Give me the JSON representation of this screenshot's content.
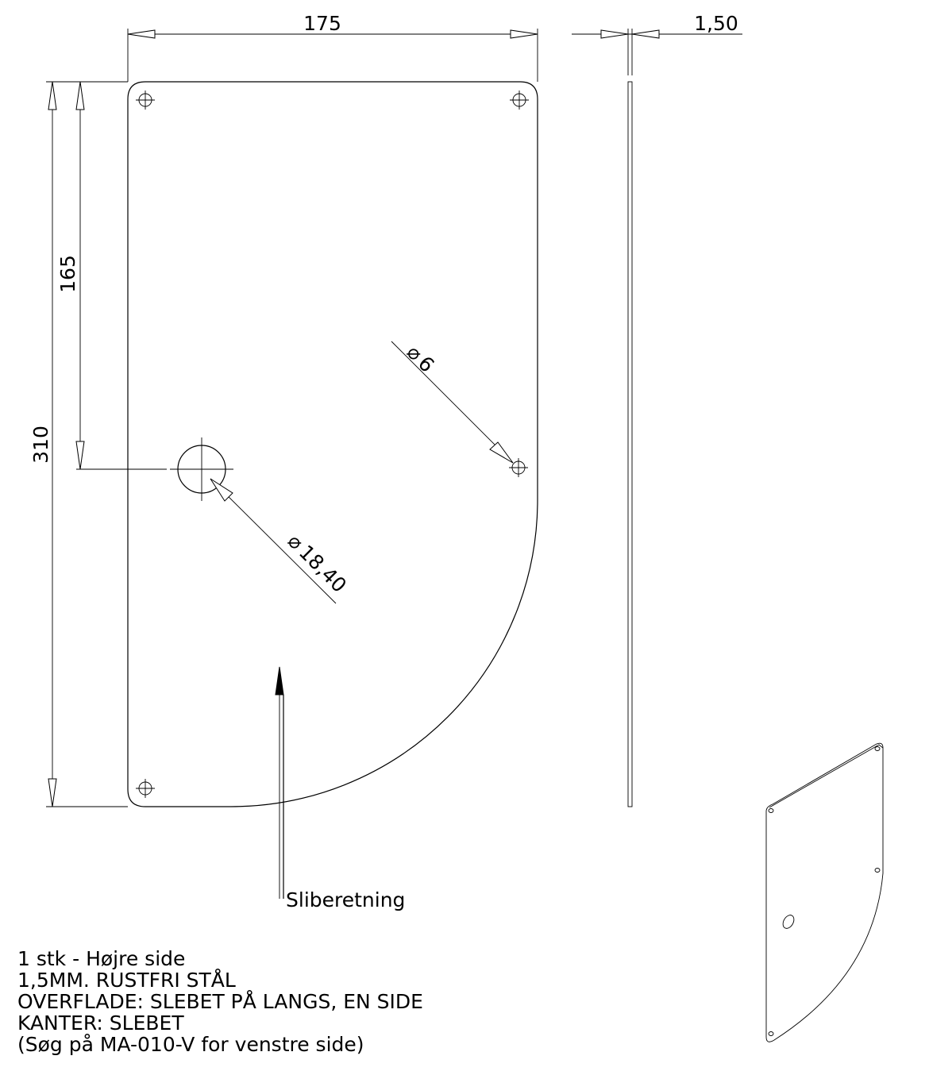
{
  "dimensions": {
    "width": "175",
    "thickness": "1,50",
    "height_total": "310",
    "height_hole": "165",
    "small_hole_dia": "6",
    "large_hole_dia": "18,40",
    "diameter_symbol": "⌀"
  },
  "callouts": {
    "grain_direction": "Sliberetning"
  },
  "notes": [
    "1 stk - Højre side",
    "1,5MM. RUSTFRI STÅL",
    "OVERFLADE: SLEBET PÅ LANGS, EN SIDE",
    "KANTER: SLEBET",
    "(Søg på MA-010-V for venstre side)"
  ],
  "colors": {
    "line": "#000000",
    "background": "#ffffff"
  }
}
